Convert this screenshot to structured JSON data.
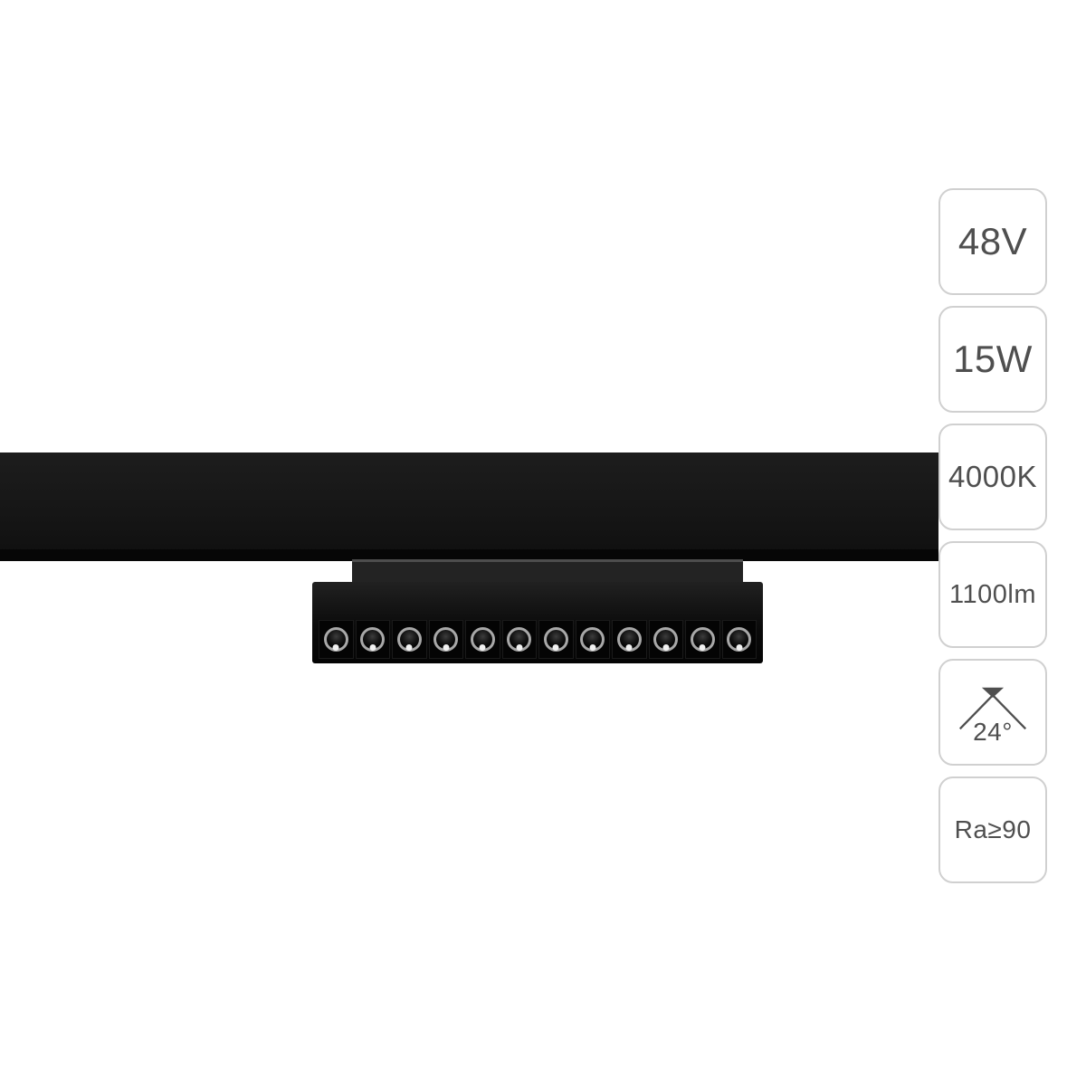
{
  "product": {
    "alt": "Black linear magnetic track LED spotlight mounted under a black track rail",
    "led_count": 12
  },
  "spec_badges": [
    {
      "id": "voltage",
      "label": "48V"
    },
    {
      "id": "power",
      "label": "15W"
    },
    {
      "id": "color_temperature",
      "label": "4000K"
    },
    {
      "id": "luminous_flux",
      "label": "1100lm"
    },
    {
      "id": "beam_angle",
      "label": "24°",
      "icon": "beam-angle-icon"
    },
    {
      "id": "color_rendering",
      "label": "Ra≥90"
    }
  ],
  "colors": {
    "background": "#ffffff",
    "track_black": "#161616",
    "fixture_black": "#0a0a0a",
    "badge_border": "#d0d0d0",
    "badge_text": "#4f4f4f",
    "led_ring": "#a8a8a8"
  }
}
